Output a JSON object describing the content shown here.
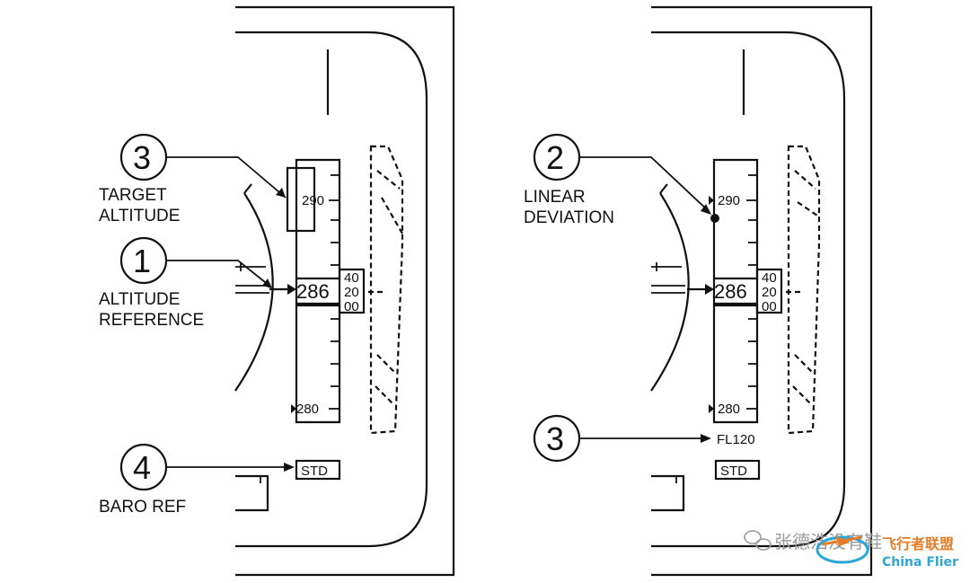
{
  "left_panel": {
    "callouts": [
      {
        "number": "3",
        "label_lines": [
          "TARGET",
          "ALTITUDE"
        ]
      },
      {
        "number": "1",
        "label_lines": [
          "ALTITUDE",
          "REFERENCE"
        ]
      },
      {
        "number": "4",
        "label_lines": [
          "BARO REF"
        ]
      }
    ],
    "tape_top_label": "290",
    "tape_bottom_label": "280",
    "current_altitude": "286",
    "drum_digits": [
      "40",
      "20",
      "00"
    ],
    "baro_box": "STD"
  },
  "right_panel": {
    "callouts": [
      {
        "number": "2",
        "label_lines": [
          "LINEAR",
          "DEVIATION"
        ]
      },
      {
        "number": "3",
        "label_lines": []
      }
    ],
    "tape_top_label": "290",
    "tape_bottom_label": "280",
    "current_altitude": "286",
    "drum_digits": [
      "40",
      "20",
      "00"
    ],
    "flight_level": "FL120",
    "baro_box": "STD"
  },
  "watermark": {
    "text": "张德浩没有鞋",
    "brand": "飞行者联盟",
    "brand_en": "China Flier"
  }
}
